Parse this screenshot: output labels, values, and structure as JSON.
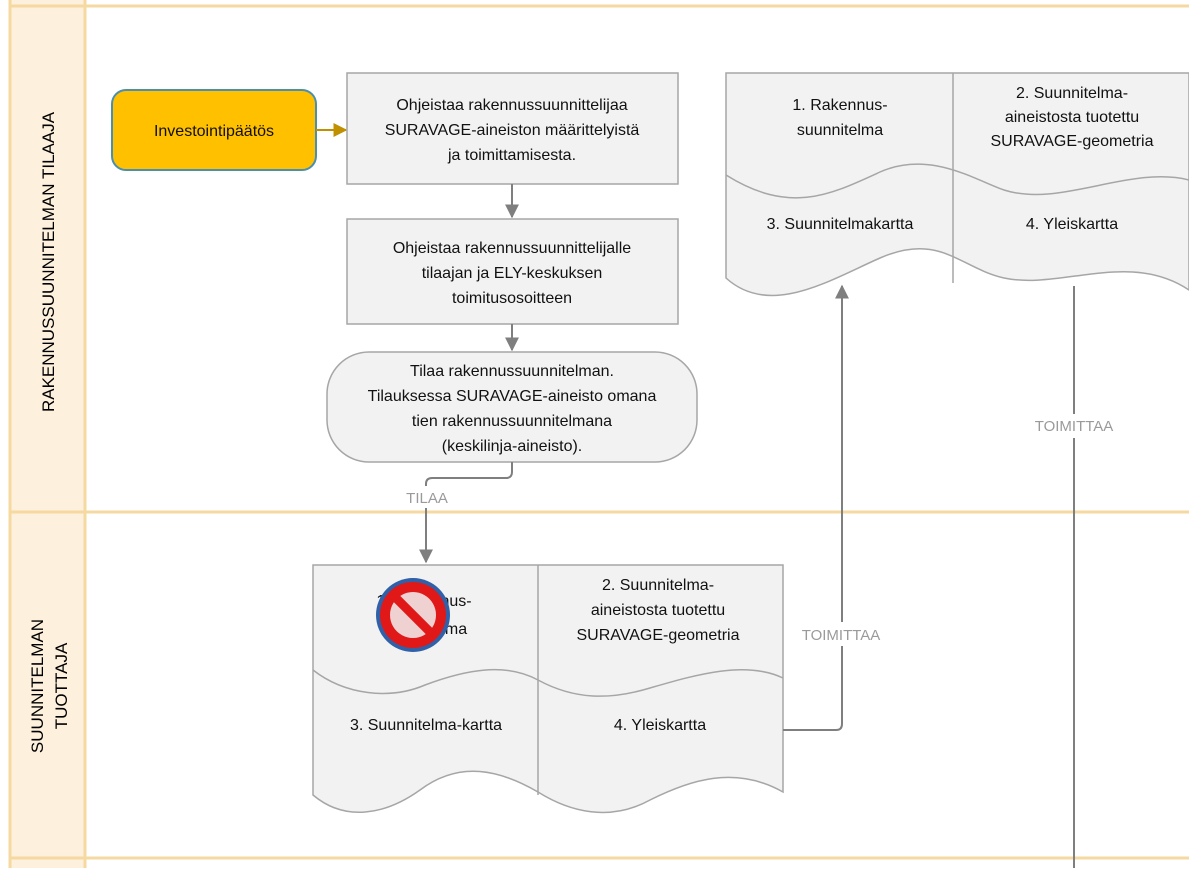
{
  "colors": {
    "lane_border": "#f5d9a0",
    "lane_header": "#fdf0dc",
    "box_fill": "#f2f2f2",
    "box_stroke": "#a6a6a6",
    "start_fill": "#ffc000",
    "start_stroke": "#4a8fb0",
    "arrow": "#7f7f7f",
    "start_arrow": "#c09000",
    "connector_label": "#9a9a9a",
    "prohibit_red": "#e01818",
    "prohibit_blue": "#3060a8"
  },
  "lanes": [
    {
      "id": "tilaaja",
      "label_lines": [
        "RAKENNUSSUUNNITELMAN TILAAJA"
      ]
    },
    {
      "id": "tuottaja",
      "label_lines": [
        "SUUNNITELMAN",
        "TUOTTAJA"
      ]
    }
  ],
  "nodes": {
    "start": {
      "label": "Investointipäätös"
    },
    "step1": {
      "lines": [
        "Ohjeistaa rakennussuunnittelijaa",
        "SURAVAGE-aineiston määrittelyistä",
        "ja toimittamisesta."
      ]
    },
    "step2": {
      "lines": [
        "Ohjeistaa rakennussuunnittelijalle",
        "tilaajan ja ELY-keskuksen",
        "toimitusosoitteen"
      ]
    },
    "step3": {
      "lines": [
        "Tilaa rakennussuunnitelman.",
        "Tilauksessa SURAVAGE-aineisto omana",
        "tien rakennussuunnitelmana",
        "(keskilinja-aineisto)."
      ]
    }
  },
  "documents_top": {
    "items": [
      {
        "lines": [
          "1. Rakennus-",
          "suunnitelma"
        ]
      },
      {
        "lines": [
          "2. Suunnitelma-",
          "aineistosta tuotettu",
          "SURAVAGE-geometria"
        ]
      },
      {
        "lines": [
          "3. Suunnitelmakartta"
        ]
      },
      {
        "lines": [
          "4. Yleiskartta"
        ]
      }
    ]
  },
  "documents_bottom": {
    "items": [
      {
        "lines": [
          "1. Rakennus-",
          "suunnitelma"
        ],
        "crossed_out": true
      },
      {
        "lines": [
          "2. Suunnitelma-",
          "aineistosta tuotettu",
          "SURAVAGE-geometria"
        ]
      },
      {
        "lines": [
          "3. Suunnitelma-kartta"
        ]
      },
      {
        "lines": [
          "4. Yleiskartta"
        ]
      }
    ]
  },
  "connectors": {
    "order_label": "TILAA",
    "deliver_label_lower": "TOIMITTAA",
    "deliver_label_upper": "TOIMITTAA"
  }
}
